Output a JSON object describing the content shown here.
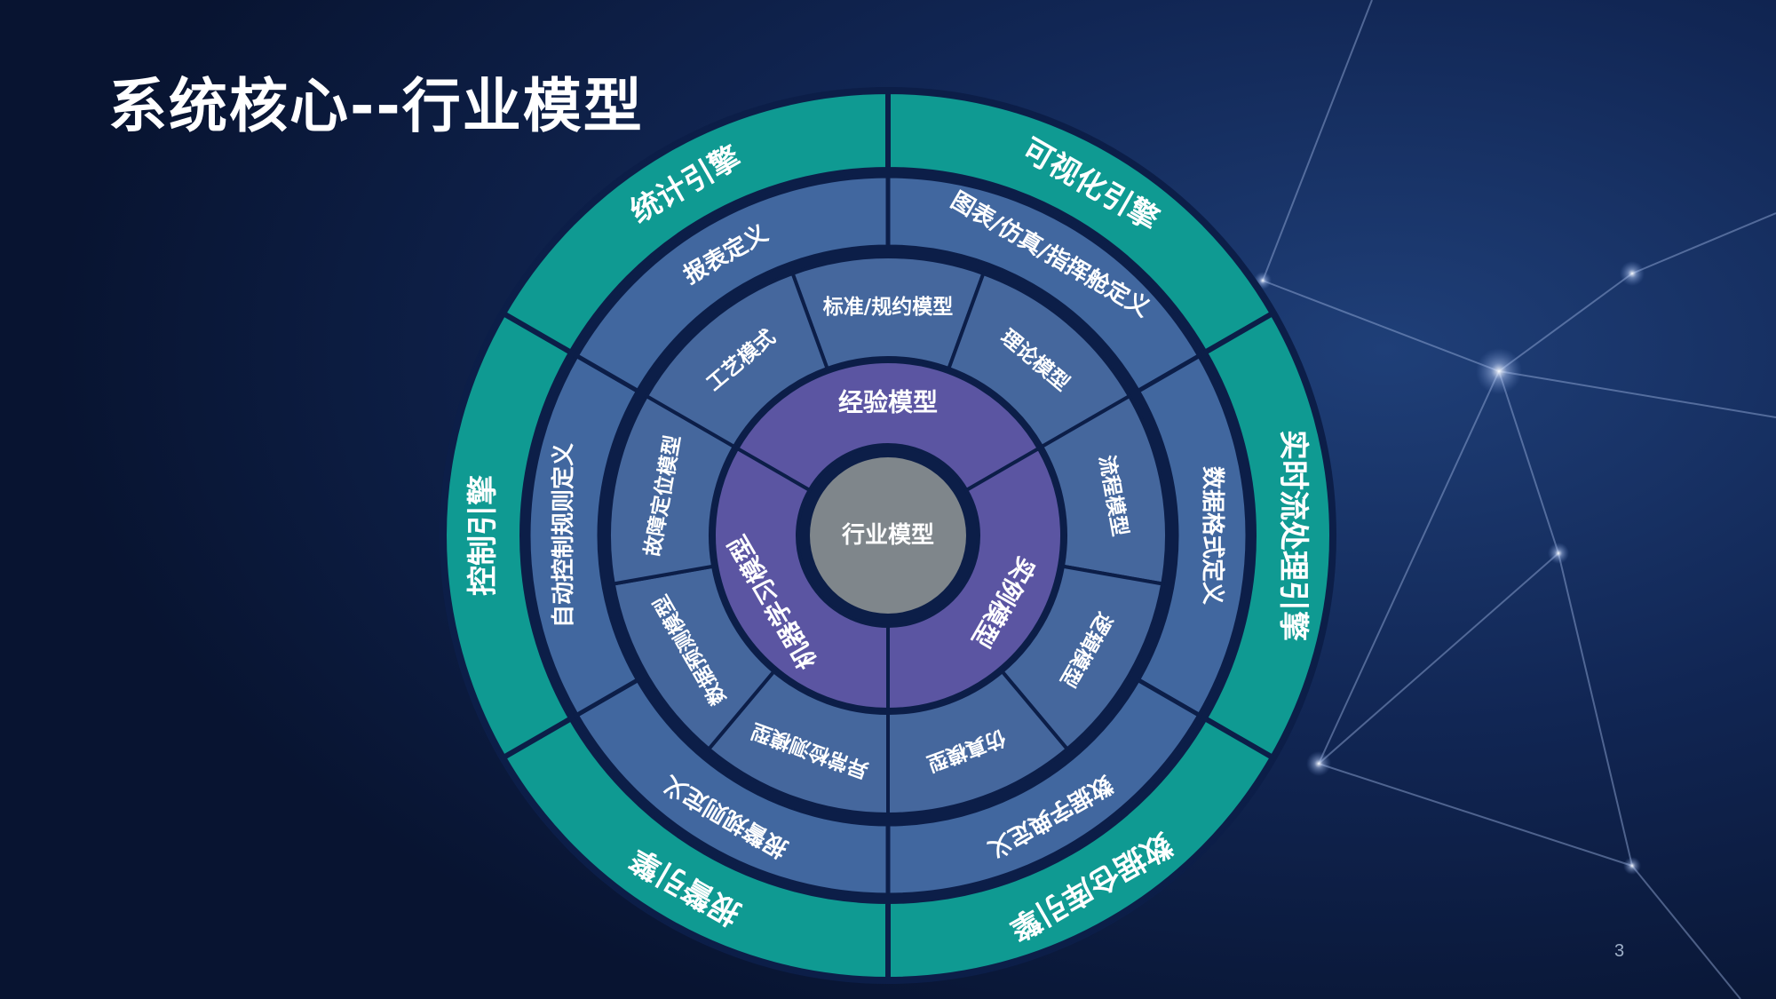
{
  "title": "系统核心--行业模型",
  "page_number": "3",
  "colors": {
    "background": "#0b1a3c",
    "engine_ring": "#0f9a92",
    "definition_ring": "#41679f",
    "model_ring": "#45679d",
    "core_ring": "#5b55a2",
    "center": "#7f868b",
    "separator": "#0c1e48"
  },
  "center": {
    "label": "行业模型"
  },
  "core_ring": [
    "经验模型",
    "实例模型",
    "机器学习模型"
  ],
  "model_ring": [
    "标准/规约模型",
    "理论模型",
    "流程模型",
    "逻辑模型",
    "仿真模型",
    "异常检测模型",
    "数据预测模型",
    "故障定位模型",
    "工艺模式"
  ],
  "definition_ring": [
    "图表/仿真/指挥舱定义",
    "数据格式定义",
    "数据字典定义",
    "报警规则定义",
    "自动控制规则定义",
    "报表定义"
  ],
  "engine_ring": [
    "可视化引擎",
    "实时流处理引擎",
    "数据仓库引擎",
    "报警引擎",
    "控制引擎",
    "统计引擎"
  ]
}
